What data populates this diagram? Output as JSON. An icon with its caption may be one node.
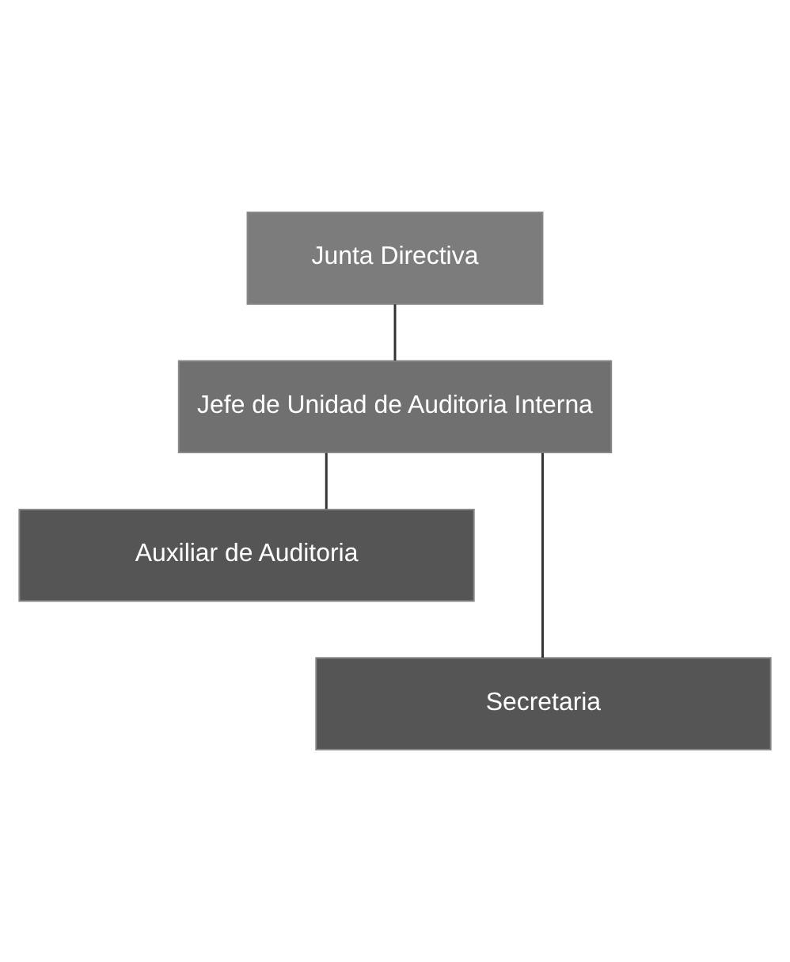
{
  "diagram": {
    "nodes": [
      {
        "text": [
          "Junta Directiva"
        ]
      },
      {
        "text": [
          "Jefe de Unidad de Auditoria Interna"
        ]
      },
      {
        "text": [
          "Auxiliar de Auditoria"
        ]
      },
      {
        "text": [
          "Secretaria"
        ]
      }
    ],
    "edges": [
      {
        "from": 0,
        "to": 1,
        "arrow": "none"
      },
      {
        "from": 1,
        "to": 2,
        "arrow": "none"
      },
      {
        "from": 1,
        "to": 3,
        "arrow": "none"
      }
    ]
  }
}
